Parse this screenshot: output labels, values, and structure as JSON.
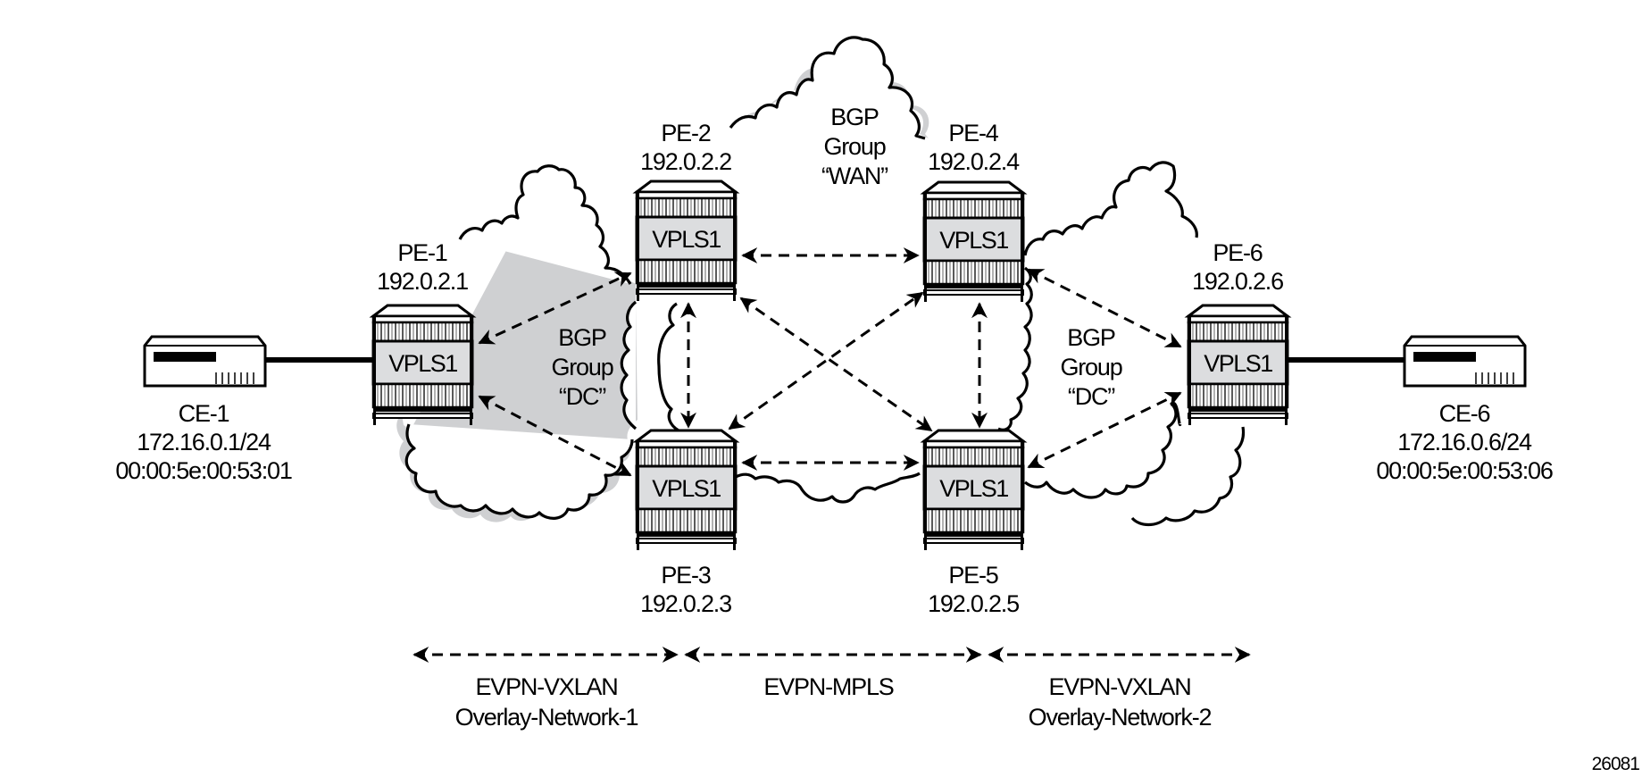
{
  "figure_id": "26081",
  "clouds": {
    "wan": {
      "label_lines": [
        "BGP",
        "Group",
        "“WAN”"
      ]
    },
    "dc_left": {
      "label_lines": [
        "BGP",
        "Group",
        "“DC”"
      ]
    },
    "dc_right": {
      "label_lines": [
        "BGP",
        "Group",
        "“DC”"
      ]
    }
  },
  "routers": [
    {
      "id": "pe-1",
      "name": "PE-1",
      "ip": "192.0.2.1",
      "service": "VPLS1"
    },
    {
      "id": "pe-2",
      "name": "PE-2",
      "ip": "192.0.2.2",
      "service": "VPLS1"
    },
    {
      "id": "pe-3",
      "name": "PE-3",
      "ip": "192.0.2.3",
      "service": "VPLS1"
    },
    {
      "id": "pe-4",
      "name": "PE-4",
      "ip": "192.0.2.4",
      "service": "VPLS1"
    },
    {
      "id": "pe-5",
      "name": "PE-5",
      "ip": "192.0.2.5",
      "service": "VPLS1"
    },
    {
      "id": "pe-6",
      "name": "PE-6",
      "ip": "192.0.2.6",
      "service": "VPLS1"
    }
  ],
  "ces": [
    {
      "id": "ce-1",
      "name": "CE-1",
      "ip": "172.16.0.1/24",
      "mac": "00:00:5e:00:53:01",
      "attached_to": "PE-1"
    },
    {
      "id": "ce-6",
      "name": "CE-6",
      "ip": "172.16.0.6/24",
      "mac": "00:00:5e:00:53:06",
      "attached_to": "PE-6"
    }
  ],
  "sessions": [
    {
      "from": "PE-1",
      "to": "PE-2"
    },
    {
      "from": "PE-1",
      "to": "PE-3"
    },
    {
      "from": "PE-2",
      "to": "PE-3"
    },
    {
      "from": "PE-2",
      "to": "PE-4"
    },
    {
      "from": "PE-2",
      "to": "PE-5"
    },
    {
      "from": "PE-3",
      "to": "PE-4"
    },
    {
      "from": "PE-3",
      "to": "PE-5"
    },
    {
      "from": "PE-4",
      "to": "PE-5"
    },
    {
      "from": "PE-4",
      "to": "PE-6"
    },
    {
      "from": "PE-5",
      "to": "PE-6"
    }
  ],
  "domains": [
    {
      "line1": "EVPN-VXLAN",
      "line2": "Overlay-Network-1"
    },
    {
      "line1": "EVPN-MPLS",
      "line2": ""
    },
    {
      "line1": "EVPN-VXLAN",
      "line2": "Overlay-Network-2"
    }
  ]
}
